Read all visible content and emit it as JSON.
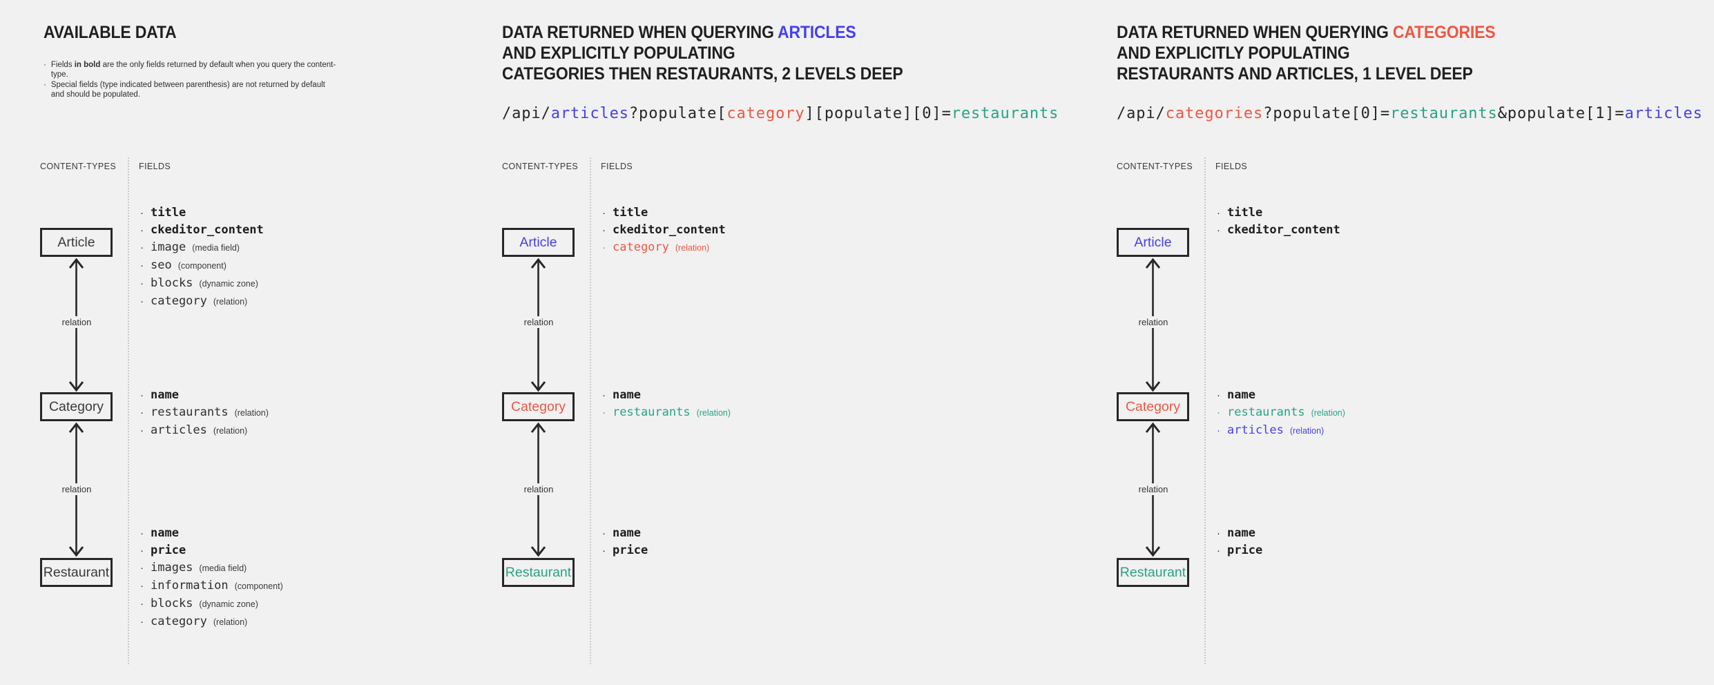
{
  "colors": {
    "text": "#262626",
    "blue": "#4440ee",
    "red": "#ee5742",
    "teal": "#28a385",
    "muted": "#3a3a3a",
    "background": "#f1f1f1"
  },
  "diagram": {
    "content_types_label": "CONTENT-TYPES",
    "fields_label": "FIELDS",
    "relation_label": "relation"
  },
  "panels": {
    "available": {
      "title_lines": [
        [
          {
            "t": "AVAILABLE DATA"
          }
        ]
      ],
      "notes": [
        {
          "lines": [
            [
              {
                "t": "Fields "
              },
              {
                "t": "in bold",
                "bold": true
              },
              {
                "t": " are the only fields returned by default when you query the content-type."
              }
            ]
          ]
        },
        {
          "lines": [
            [
              {
                "t": "Special fields (type indicated between parenthesis) are not returned by default"
              }
            ],
            [
              {
                "t": "and should be populated."
              }
            ]
          ]
        }
      ],
      "nodes": {
        "article": {
          "label": "Article",
          "color": "muted",
          "fields": [
            {
              "name": "title",
              "bold": true
            },
            {
              "name": "ckeditor_content",
              "bold": true
            },
            {
              "name": "image",
              "type": "(media field)"
            },
            {
              "name": "seo",
              "type": "(component)"
            },
            {
              "name": "blocks",
              "type": "(dynamic zone)"
            },
            {
              "name": "category",
              "type": "(relation)"
            }
          ]
        },
        "category": {
          "label": "Category",
          "color": "muted",
          "fields": [
            {
              "name": "name",
              "bold": true
            },
            {
              "name": "restaurants",
              "type": "(relation)"
            },
            {
              "name": "articles",
              "type": "(relation)"
            }
          ]
        },
        "restaurant": {
          "label": "Restaurant",
          "color": "muted",
          "fields": [
            {
              "name": "name",
              "bold": true
            },
            {
              "name": "price",
              "bold": true
            },
            {
              "name": "images",
              "type": "(media field)"
            },
            {
              "name": "information",
              "type": "(component)"
            },
            {
              "name": "blocks",
              "type": "(dynamic zone)"
            },
            {
              "name": "category",
              "type": "(relation)"
            }
          ]
        }
      }
    },
    "articles": {
      "title_lines": [
        [
          {
            "t": "DATA RETURNED WHEN QUERYING "
          },
          {
            "t": "ARTICLES",
            "color": "blue"
          }
        ],
        [
          {
            "t": "AND EXPLICITLY POPULATING"
          }
        ],
        [
          {
            "t": "CATEGORIES THEN RESTAURANTS, 2 LEVELS DEEP"
          }
        ]
      ],
      "query": [
        {
          "t": "/api/"
        },
        {
          "t": "articles",
          "color": "blue"
        },
        {
          "t": "?populate["
        },
        {
          "t": "category",
          "color": "red"
        },
        {
          "t": "][populate][0]="
        },
        {
          "t": "restaurants",
          "color": "teal"
        }
      ],
      "nodes": {
        "article": {
          "label": "Article",
          "color": "blue",
          "fields": [
            {
              "name": "title",
              "bold": true
            },
            {
              "name": "ckeditor_content",
              "bold": true
            },
            {
              "name": "category",
              "type": "(relation)",
              "color": "red"
            }
          ]
        },
        "category": {
          "label": "Category",
          "color": "red",
          "fields": [
            {
              "name": "name",
              "bold": true
            },
            {
              "name": "restaurants",
              "type": "(relation)",
              "color": "teal"
            }
          ]
        },
        "restaurant": {
          "label": "Restaurant",
          "color": "teal",
          "fields": [
            {
              "name": "name",
              "bold": true
            },
            {
              "name": "price",
              "bold": true
            }
          ]
        }
      }
    },
    "categories": {
      "title_lines": [
        [
          {
            "t": "DATA RETURNED WHEN QUERYING "
          },
          {
            "t": "CATEGORIES",
            "color": "red"
          }
        ],
        [
          {
            "t": "AND EXPLICITLY POPULATING"
          }
        ],
        [
          {
            "t": "RESTAURANTS AND ARTICLES, 1 LEVEL DEEP"
          }
        ]
      ],
      "query": [
        {
          "t": "/api/"
        },
        {
          "t": "categories",
          "color": "red"
        },
        {
          "t": "?populate[0]="
        },
        {
          "t": "restaurants",
          "color": "teal"
        },
        {
          "t": "&populate[1]="
        },
        {
          "t": "articles",
          "color": "blue"
        }
      ],
      "nodes": {
        "article": {
          "label": "Article",
          "color": "blue",
          "fields": [
            {
              "name": "title",
              "bold": true
            },
            {
              "name": "ckeditor_content",
              "bold": true
            }
          ]
        },
        "category": {
          "label": "Category",
          "color": "red",
          "fields": [
            {
              "name": "name",
              "bold": true
            },
            {
              "name": "restaurants",
              "type": "(relation)",
              "color": "teal"
            },
            {
              "name": "articles",
              "type": "(relation)",
              "color": "blue"
            }
          ]
        },
        "restaurant": {
          "label": "Restaurant",
          "color": "teal",
          "fields": [
            {
              "name": "name",
              "bold": true
            },
            {
              "name": "price",
              "bold": true
            }
          ]
        }
      }
    }
  }
}
